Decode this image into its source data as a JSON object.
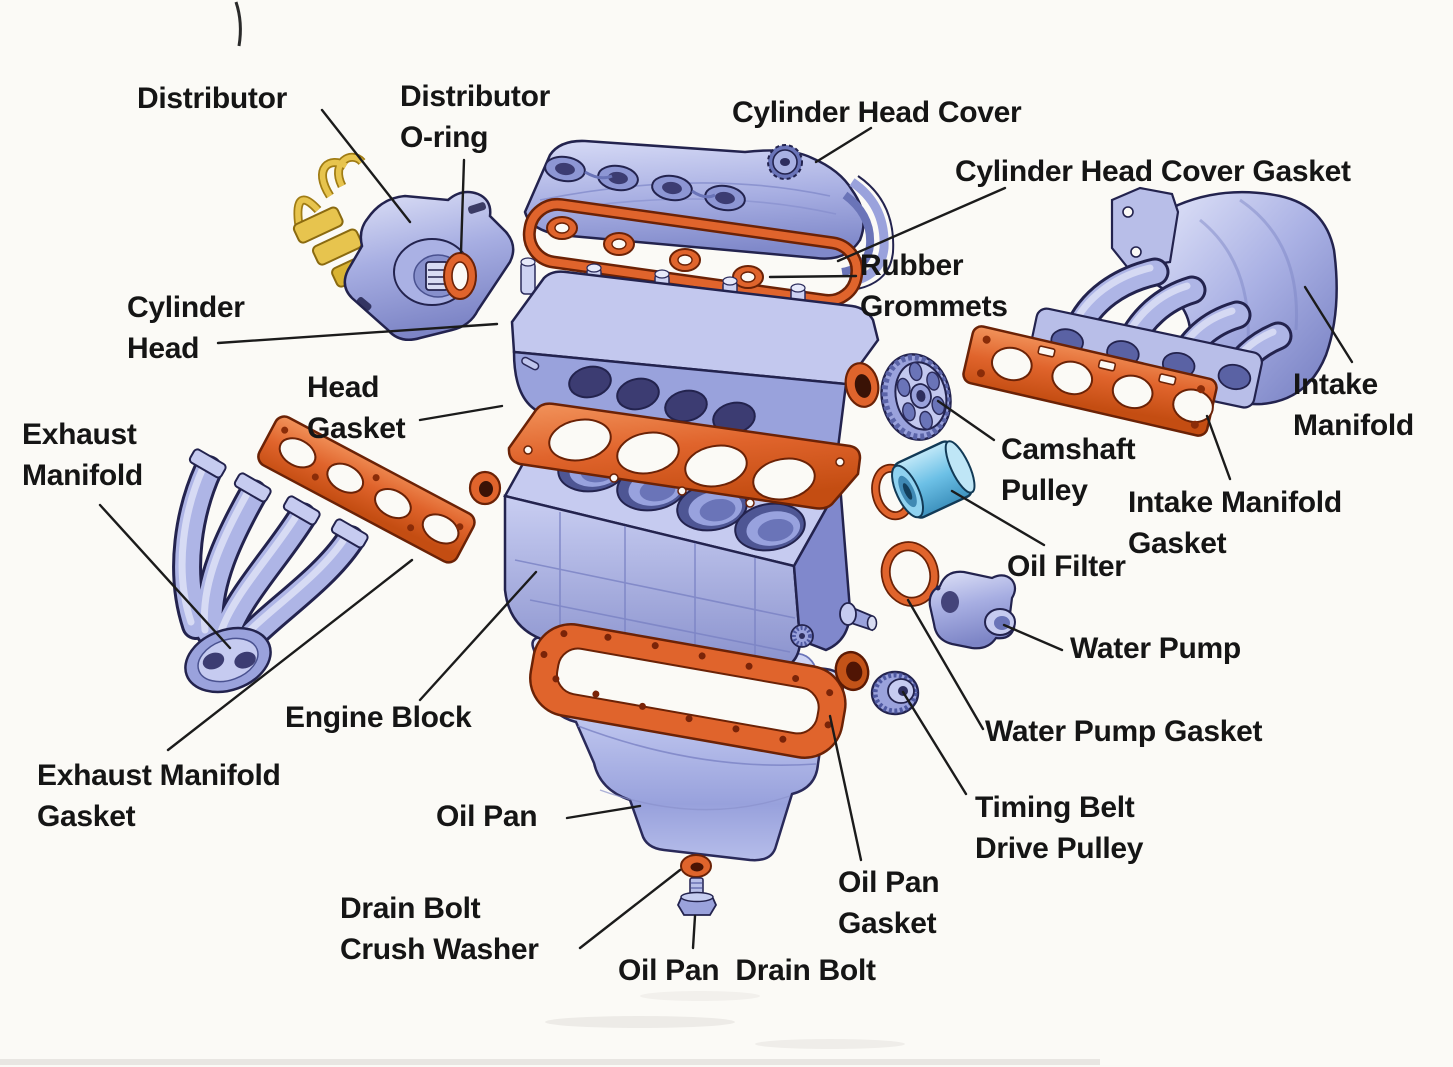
{
  "colors": {
    "background": "#fbfaf6",
    "part_blue": "#9aa2dc",
    "part_blue_light": "#c6cbf0",
    "part_blue_dark": "#6a74b8",
    "outline_navy": "#23234e",
    "gasket_orange": "#e0642c",
    "gasket_dark_edge": "#6b2206",
    "wire_yellow": "#e7c44e",
    "oil_filter_blue": "#6cc0e6",
    "label_color": "#151515",
    "leader_line_color": "#1b1b1b"
  },
  "diagram": {
    "type": "exploded-parts-diagram",
    "subject": "Engine components",
    "labels": [
      {
        "id": "distributor",
        "text": "Distributor"
      },
      {
        "id": "distributor-o-ring",
        "text": "Distributor\nO-ring"
      },
      {
        "id": "cylinder-head-cover",
        "text": "Cylinder Head Cover"
      },
      {
        "id": "cylinder-head-cover-gasket",
        "text": "Cylinder Head Cover Gasket"
      },
      {
        "id": "rubber-grommets",
        "text": "Rubber\nGrommets"
      },
      {
        "id": "cylinder-head",
        "text": "Cylinder\nHead"
      },
      {
        "id": "head-gasket",
        "text": "Head\nGasket"
      },
      {
        "id": "exhaust-manifold",
        "text": "Exhaust\nManifold"
      },
      {
        "id": "intake-manifold",
        "text": "Intake\nManifold"
      },
      {
        "id": "camshaft-pulley",
        "text": "Camshaft\nPulley"
      },
      {
        "id": "intake-manifold-gasket",
        "text": "Intake Manifold\nGasket"
      },
      {
        "id": "oil-filter",
        "text": "Oil Filter"
      },
      {
        "id": "water-pump",
        "text": "Water Pump"
      },
      {
        "id": "engine-block",
        "text": "Engine Block"
      },
      {
        "id": "water-pump-gasket",
        "text": "Water Pump Gasket"
      },
      {
        "id": "exhaust-manifold-gasket",
        "text": "Exhaust Manifold\nGasket"
      },
      {
        "id": "oil-pan",
        "text": "Oil Pan"
      },
      {
        "id": "timing-belt-drive-pulley",
        "text": "Timing Belt\nDrive Pulley"
      },
      {
        "id": "oil-pan-gasket",
        "text": "Oil Pan\nGasket"
      },
      {
        "id": "drain-bolt-crush-washer",
        "text": "Drain Bolt\nCrush Washer"
      },
      {
        "id": "oil-pan-drain-bolt",
        "text": "Oil Pan  Drain Bolt"
      }
    ]
  }
}
